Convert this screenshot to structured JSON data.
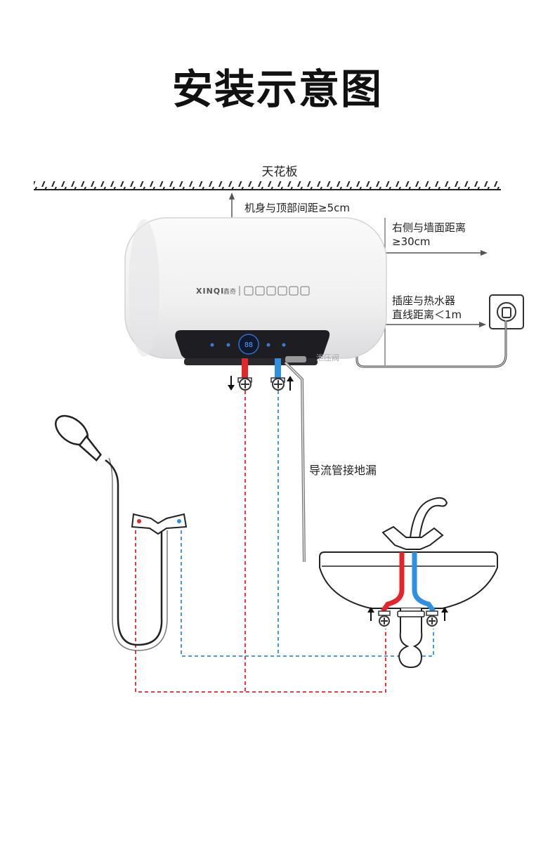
{
  "title": "安装示意图",
  "labels": {
    "ceiling": "天花板",
    "top_gap": "机身与顶部间距≥5cm",
    "side_gap_line1": "右侧与墙面距离",
    "side_gap_line2": "≥30cm",
    "socket_line1": "插座与热水器",
    "socket_line2": "直线距离＜1m",
    "drain": "导流管接地漏",
    "brand": "XINQI",
    "brand_cn": "鑫奇",
    "display": "88",
    "valve_label": "泄压阀"
  },
  "colors": {
    "hot": "#e3262a",
    "cold": "#2f8fe0",
    "line": "#333333",
    "panel": "#1e1e22",
    "tank": "#f2f2f3"
  },
  "icons": {
    "arrow_up": "arrow-up-icon",
    "arrow_down": "arrow-down-icon",
    "valve": "valve-icon",
    "socket": "socket-icon",
    "shower_head": "shower-head-icon",
    "mixer": "mixer-valve-icon",
    "basin": "basin-icon"
  }
}
